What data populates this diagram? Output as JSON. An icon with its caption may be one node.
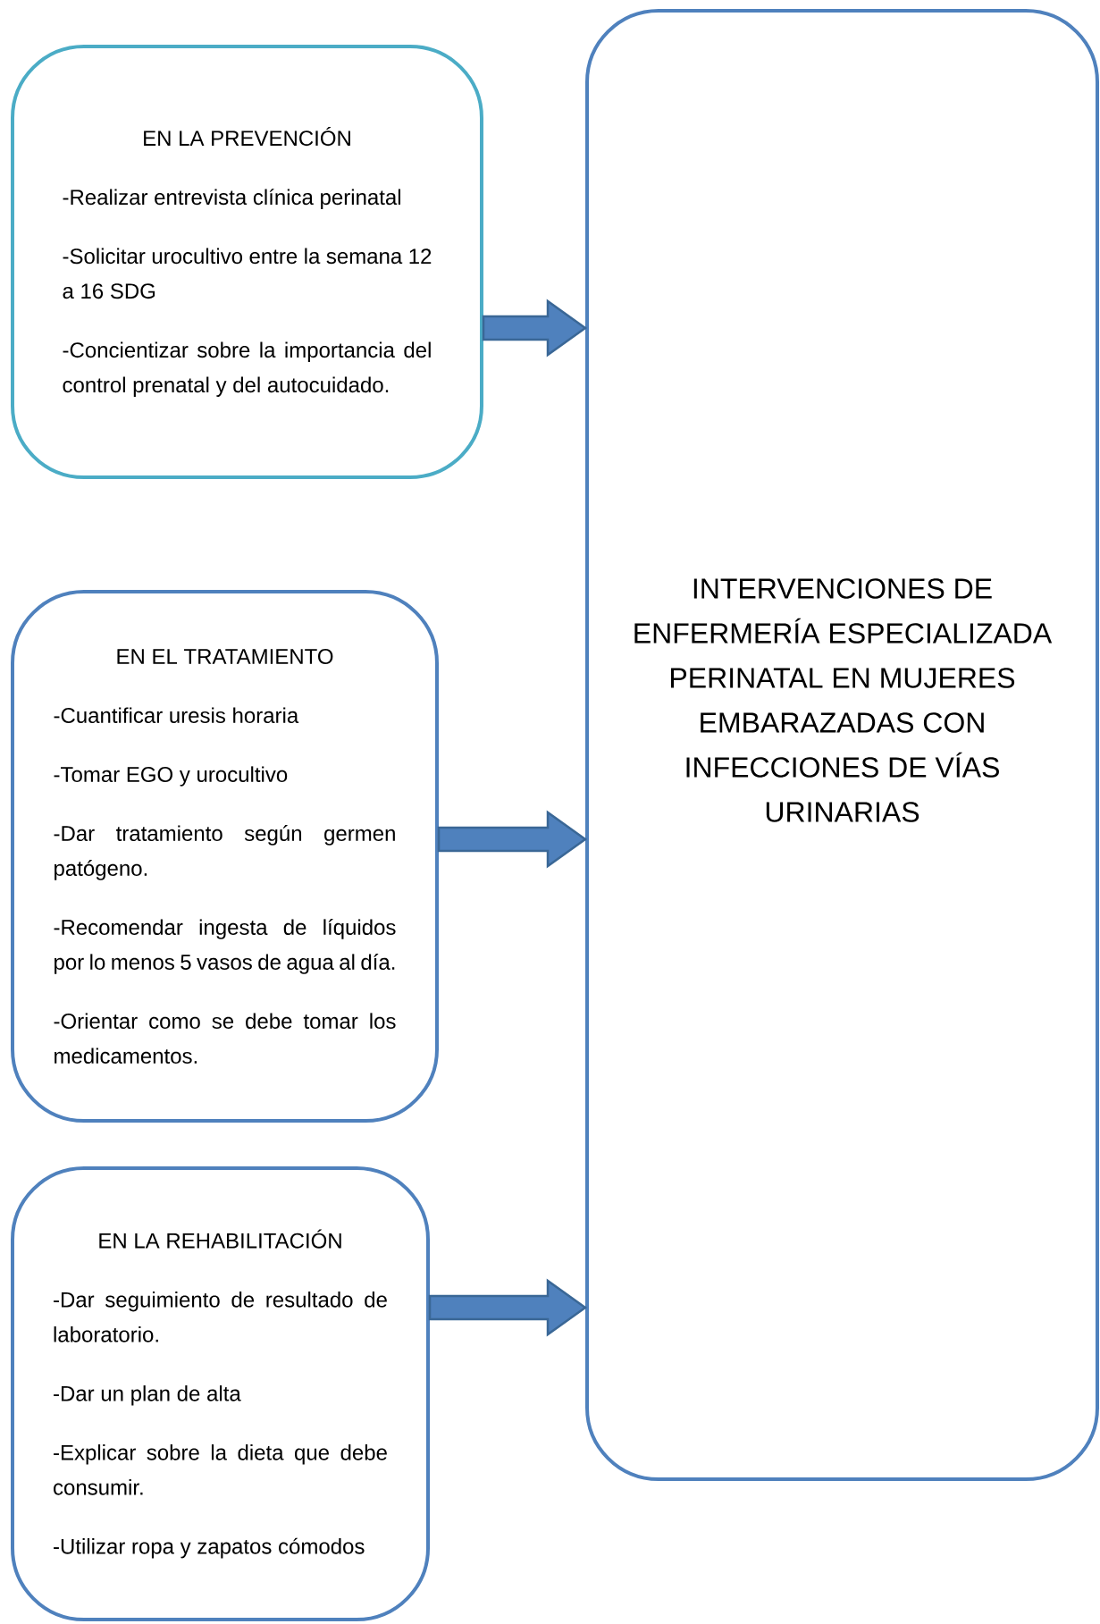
{
  "diagram": {
    "nodes": [
      {
        "text": [
          "EN  LA PREVENCIÓN",
          "-Realizar entrevista clínica perinatal",
          "-Solicitar urocultivo entre la semana 12 a 16 SDG",
          "-Concientizar sobre la importancia del control prenatal y del autocuidado."
        ]
      },
      {
        "text": [
          "EN EL TRATAMIENTO",
          "-Cuantificar uresis horaria",
          "-Tomar EGO y urocultivo",
          "-Dar tratamiento según germen patógeno.",
          "-Recomendar ingesta de líquidos por lo menos 5 vasos de agua al día.",
          "-Orientar como se debe tomar los medicamentos."
        ]
      },
      {
        "text": [
          "EN LA REHABILITACIÓN",
          "-Dar seguimiento de resultado de laboratorio.",
          "-Dar un plan de alta",
          "-Explicar sobre la dieta que debe consumir.",
          "-Utilizar ropa y zapatos cómodos"
        ]
      },
      {
        "text": [
          "INTERVENCIONES DE ENFERMERÍA ESPECIALIZADA PERINATAL EN MUJERES EMBARAZADAS CON INFECCIONES DE VÍAS URINARIAS"
        ]
      }
    ],
    "edges": [
      {
        "from": 0,
        "to": 3,
        "arrow": "to"
      },
      {
        "from": 1,
        "to": 3,
        "arrow": "to"
      },
      {
        "from": 2,
        "to": 3,
        "arrow": "to"
      }
    ]
  }
}
